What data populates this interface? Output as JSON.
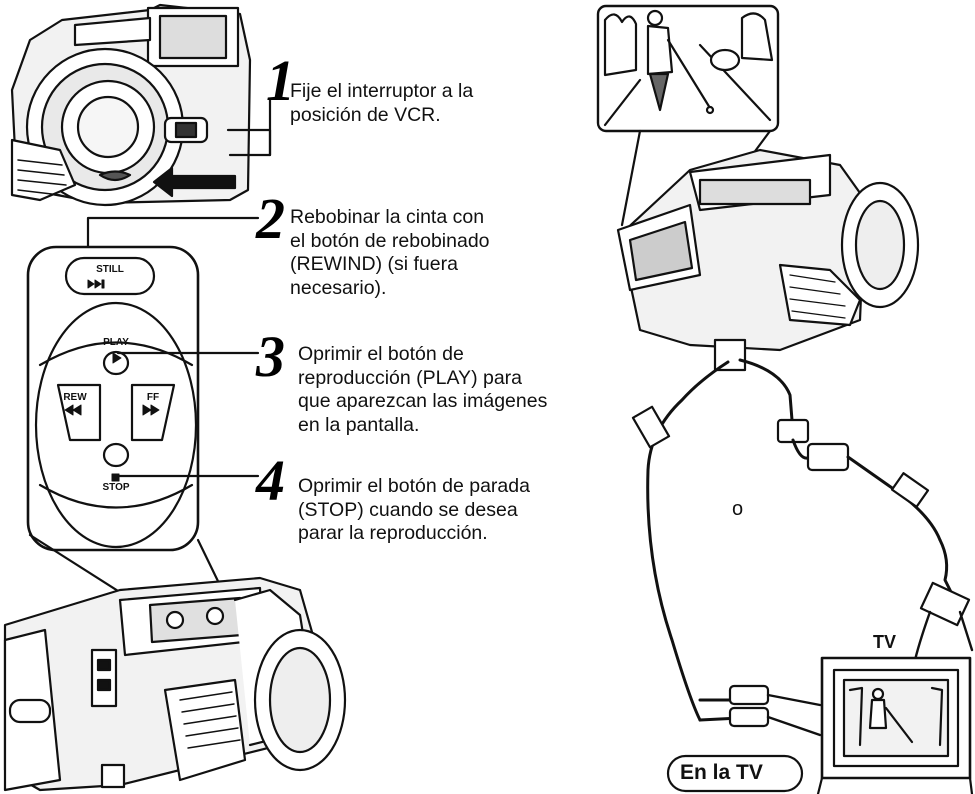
{
  "steps": [
    {
      "number": "1",
      "lines": [
        "Fije el interruptor a la",
        "posición de VCR."
      ]
    },
    {
      "number": "2",
      "lines": [
        "Rebobinar la cinta con",
        "el botón de rebobinado",
        "(REWIND) (si fuera",
        "necesario)."
      ]
    },
    {
      "number": "3",
      "lines": [
        "Oprimir el botón de",
        "reproducción (PLAY) para",
        "que aparezcan las imágenes",
        "en la pantalla."
      ]
    },
    {
      "number": "4",
      "lines": [
        "Oprimir el botón de parada",
        "(STOP) cuando se desea",
        "parar la reproducción."
      ]
    }
  ],
  "panel_buttons": {
    "still": "STILL",
    "play": "PLAY",
    "rew": "REW",
    "ff": "FF",
    "stop": "STOP"
  },
  "labels": {
    "or": "o",
    "tv": "TV",
    "on_tv": "En la TV"
  }
}
